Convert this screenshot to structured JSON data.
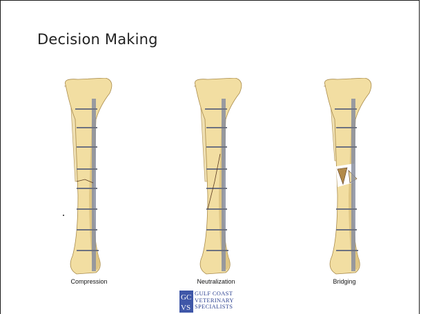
{
  "slide": {
    "title": "Decision Making"
  },
  "figures": [
    {
      "caption": "Compression"
    },
    {
      "caption": "Neutralization"
    },
    {
      "caption": "Bridging"
    }
  ],
  "logo": {
    "monogram": "GC VS",
    "lines": [
      "GULF COAST",
      "VETERINARY",
      "SPECIALISTS"
    ]
  },
  "colors": {
    "bone": "#f2dea2",
    "bone_shadow": "#c8a860",
    "plate": "#8a8fa0",
    "screw": "#6d7280",
    "logo_blue": "#2a3f8f"
  }
}
